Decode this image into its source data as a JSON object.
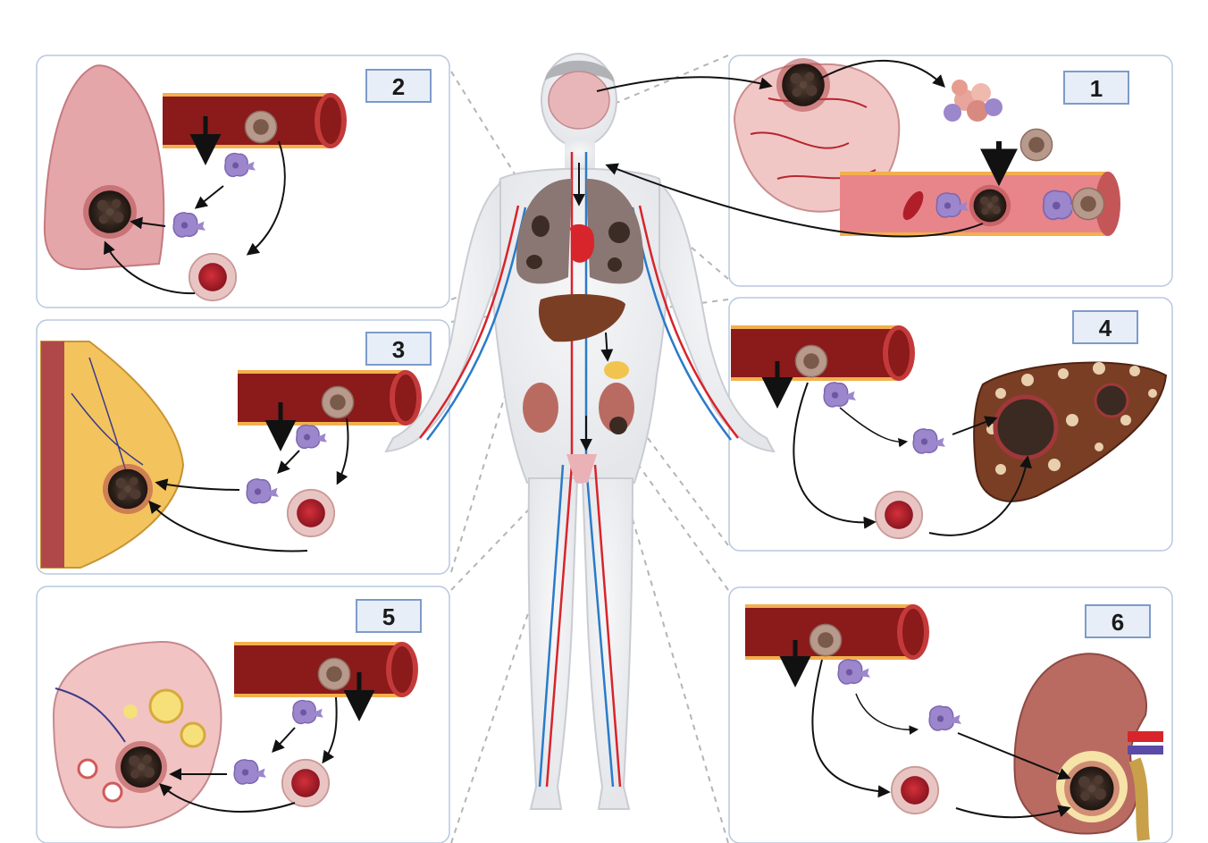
{
  "panels": [
    {
      "id": "brain",
      "label": "1"
    },
    {
      "id": "lung",
      "label": "2"
    },
    {
      "id": "breast",
      "label": "3"
    },
    {
      "id": "liver",
      "label": "4"
    },
    {
      "id": "ovary",
      "label": "5"
    },
    {
      "id": "kidney",
      "label": "6"
    }
  ],
  "colors": {
    "panel_border": "#b8c8e0",
    "label_box_fill": "#e8eef8",
    "label_box_border": "#7d9bc9",
    "vessel_dark": "#8b1a1a",
    "vessel_light": "#e8858a",
    "vessel_edge": "#f2b04d",
    "tumor": "#3a2a22",
    "tumor_ring": "#a0383a",
    "immune_cell": "#9c86cc",
    "rbc_cell": "#b01e2a",
    "rbc_ring": "#e9c4c0",
    "tissue_pink": "#eab2b6",
    "liver_brown": "#7a3e24",
    "kidney": "#b96b62",
    "body_outline": "#c9ccd2",
    "artery": "#d8242b",
    "vein": "#2a7bc9"
  }
}
